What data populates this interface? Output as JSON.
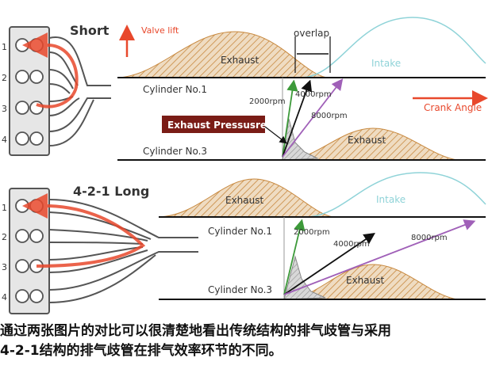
{
  "top_panel": {
    "title": "Short",
    "valve_lift_label": "Valve lift",
    "overlap_label": "overlap",
    "exhaust_label": "Exhaust",
    "intake_label": "Intake",
    "cylinder1_label": "Cylinder No.1",
    "cylinder3_label": "Cylinder No.3",
    "crank_angle_label": "Crank Angle",
    "exhaust_pressure_label": "Exhaust Pressusre",
    "rpm_labels": [
      "2000rpm",
      "4000rpm",
      "8000rpm"
    ],
    "lower_exhaust_label": "Exhaust"
  },
  "bottom_panel": {
    "title": "4-2-1 Long",
    "exhaust_label": "Exhaust",
    "intake_label": "Intake",
    "cylinder1_label": "Cylinder No.1",
    "cylinder3_label": "Cylinder No.3",
    "rpm_labels": [
      "2000rpm",
      "4000rpm",
      "8000rpm"
    ],
    "lower_exhaust_label": "Exhaust"
  },
  "cylinder_numbers": [
    "1",
    "2",
    "3",
    "4"
  ],
  "caption": {
    "line1": "通过两张图片的对比可以很清楚地看出传统结构的排气歧管与采用",
    "line2": "4-2-1结构的排气歧管在排气效率环节的不同。"
  },
  "colors": {
    "exhaust_fill": "#e8d2b4",
    "hatch": "#c8893f",
    "intake_curve": "#8fd3d8",
    "red_arrow": "#e8482c",
    "pressure_box": "#7a1c16",
    "manifold": "#555555",
    "arrow_green": "#3d9a3a",
    "arrow_black": "#111111",
    "arrow_purple": "#a060b8"
  }
}
